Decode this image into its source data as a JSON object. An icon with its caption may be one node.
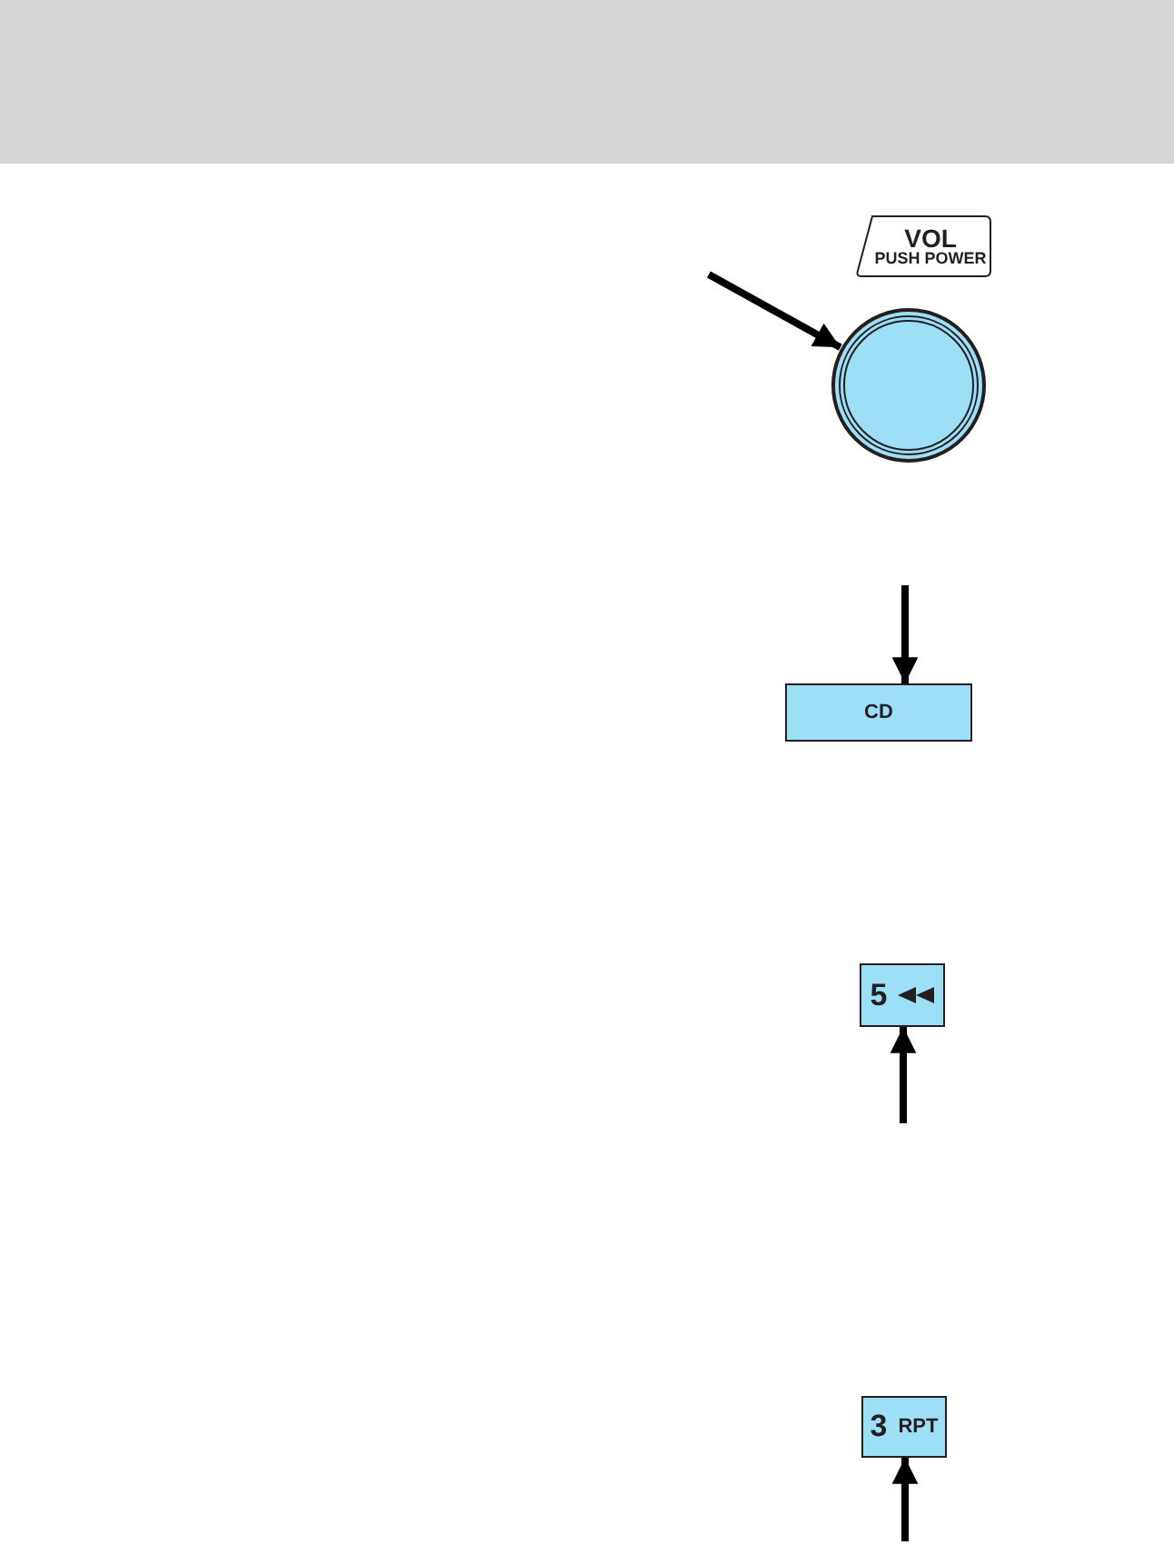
{
  "diagram": {
    "nodes": [
      {
        "text": [
          "VOL",
          "PUSH POWER"
        ]
      },
      {
        "text": [],
        "shape": "circle"
      },
      {
        "text": [
          "CD"
        ]
      },
      {
        "text": [
          "5"
        ]
      },
      {
        "text": [
          "3",
          "RPT"
        ]
      }
    ],
    "edges": [
      {
        "from": null,
        "to": 1,
        "arrow": "to"
      },
      {
        "from": null,
        "to": 2,
        "arrow": "to"
      },
      {
        "from": null,
        "to": 3,
        "arrow": "to"
      },
      {
        "from": null,
        "to": 4,
        "arrow": "to"
      }
    ]
  }
}
